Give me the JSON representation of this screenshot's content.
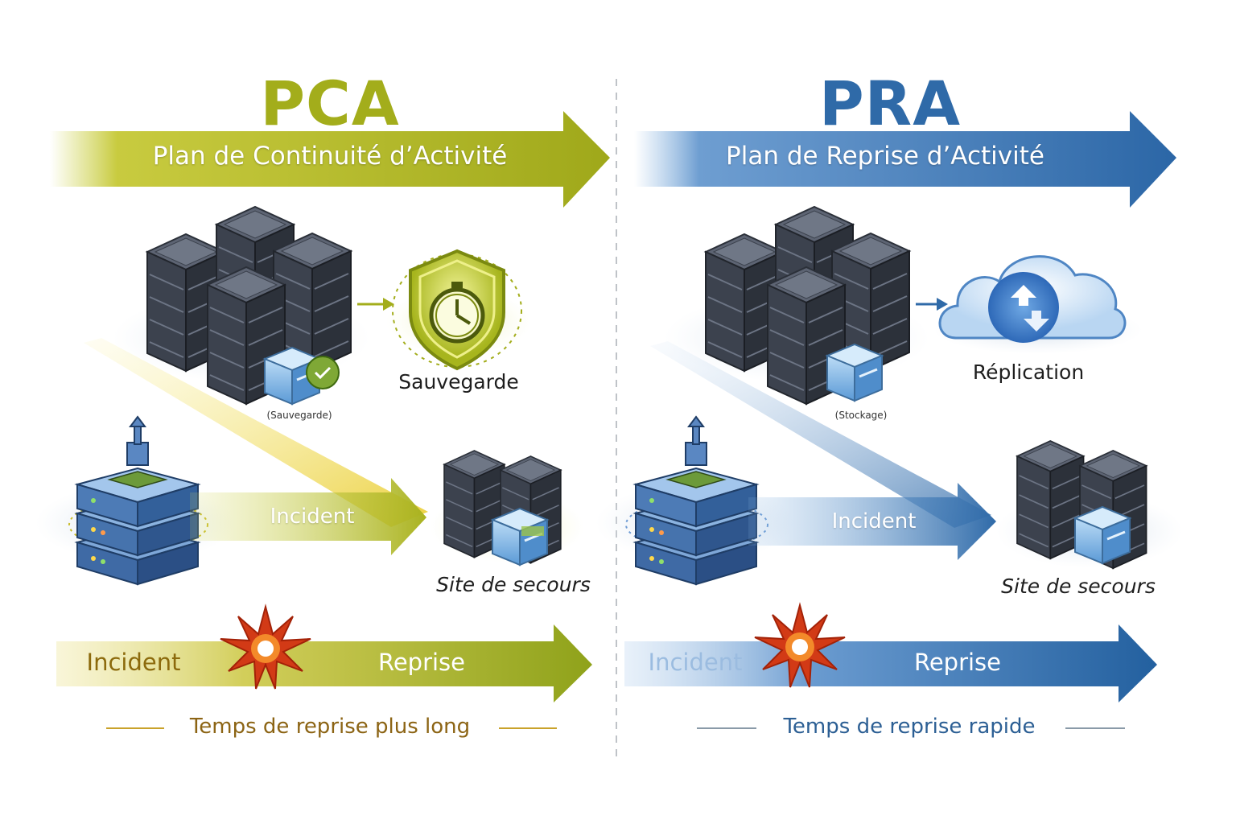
{
  "pca": {
    "title": "PCA",
    "subtitle": "Plan de Continuité d’Activité",
    "storage_caption": "(Sauvegarde)",
    "backup_label": "Sauvegarde",
    "incident_arrow_label": "Incident",
    "backup_site_label": "Site de secours",
    "timeline_start": "Incident",
    "timeline_end": "Reprise",
    "recovery_time": "Temps de reprise plus long",
    "colors": {
      "main": "#a3ad1b",
      "dark": "#8a9a14",
      "light": "#e9ec9a"
    }
  },
  "pra": {
    "title": "PRA",
    "subtitle": "Plan de Reprise d’Activité",
    "storage_caption": "(Stockage)",
    "replication_label": "Réplication",
    "incident_arrow_label": "Incident",
    "backup_site_label": "Site de secours",
    "timeline_start": "Incident",
    "timeline_end": "Reprise",
    "recovery_time": "Temps de reprise rapide",
    "colors": {
      "main": "#2f6aa8",
      "dark": "#1f5f9e",
      "light": "#cfe1f5"
    }
  },
  "icons": {
    "server": "server-rack-icon",
    "storage": "storage-box-icon",
    "shield": "shield-clock-icon",
    "cloud": "cloud-sync-icon",
    "incident": "explosion-icon",
    "datacenter": "datacenter-stack-icon"
  }
}
